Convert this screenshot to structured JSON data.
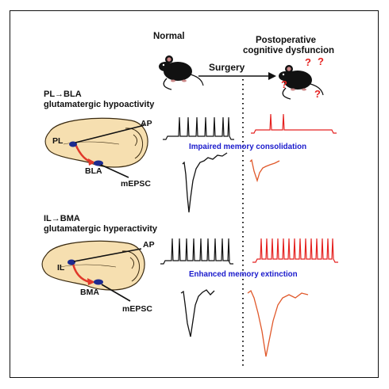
{
  "headers": {
    "normal": "Normal",
    "pocd_line1": "Postoperative",
    "pocd_line2": "cognitive dysfuncion"
  },
  "surgery_label": "Surgery",
  "question_marks": [
    "?",
    "?",
    "?",
    "?"
  ],
  "panel_top": {
    "title_line1": "PL→BLA",
    "title_line2": "glutamatergic hypoactivity",
    "region_source": "PL",
    "region_target": "BLA",
    "label_ap": "AP",
    "label_mepsc": "mEPSC",
    "effect": "Impaired memory consolidation"
  },
  "panel_bottom": {
    "title_line1": "IL→BMA",
    "title_line2": "glutamatergic hyperactivity",
    "region_source": "IL",
    "region_target": "BMA",
    "label_ap": "AP",
    "label_mepsc": "mEPSC",
    "effect": "Enhanced memory extinction"
  },
  "colors": {
    "control_trace": "#111111",
    "pocd_trace_ap": "#e52220",
    "pocd_trace_mepsc": "#e0582a",
    "effect_text": "#1a1acc",
    "brain_fill": "#f6dfb0",
    "brain_stroke": "#3a2a10",
    "pathway": "#e0382a",
    "nucleus": "#1d2a8f",
    "question_mark": "#e52220"
  },
  "icons": [
    "mouse-icon-normal",
    "mouse-icon-pocd",
    "brain-sagittal-icon",
    "arrow-right-icon"
  ]
}
